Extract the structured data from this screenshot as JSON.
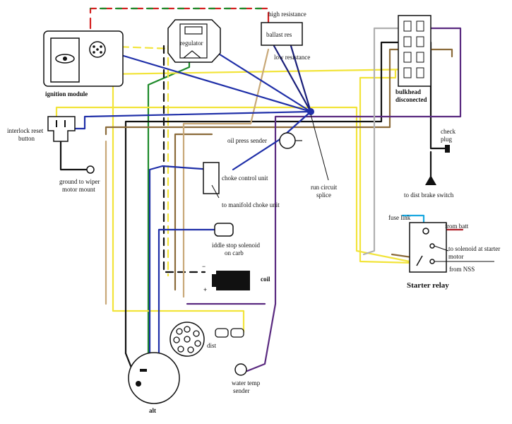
{
  "labels": {
    "ignition_module": "ignition module",
    "regulator": "regulator",
    "high_resistance": "high resistance",
    "ballast_res": "ballast res",
    "low_resistance": "low resistance",
    "bulkhead_line1": "bulkhead",
    "bulkhead_line2": "disconected",
    "interlock_line1": "interlock reset",
    "interlock_line2": "button",
    "ground_wiper_line1": "ground to wiper",
    "ground_wiper_line2": "motor mount",
    "oil_press_sender": "oil press sender",
    "run_circuit_line1": "run circuit",
    "run_circuit_line2": "splice",
    "check_plug_line1": "check",
    "check_plug_line2": "plug",
    "dist_brake_switch": "to dist brake switch",
    "choke_control_unit": "choke control unit",
    "manifold_choke_unit": "to manifold choke unit",
    "fuse_link": "fuse link",
    "from_batt": "from batt",
    "solenoid_starter_line1": "to solenoid at starter",
    "solenoid_starter_line2": "motor",
    "from_nss": "from NSS",
    "starter_relay": "Starter relay",
    "idle_stop_line1": "iddle stop solenoid",
    "idle_stop_line2": "on carb",
    "coil": "coil",
    "coil_minus": "−",
    "coil_plus": "+",
    "dist": "dist",
    "water_temp_line1": "water temp",
    "water_temp_line2": "sender",
    "alt": "alt"
  },
  "colors": {
    "yellow": "#f2e43a",
    "black": "#111111",
    "blue": "#1f2fa8",
    "darkblue": "#1a1f7a",
    "green": "#1e8a2a",
    "red": "#d42020",
    "brown": "#8b6b3a",
    "tan": "#c8a878",
    "purple": "#5a2a80",
    "gray": "#b0b0b0",
    "cyan": "#1aa8e0",
    "dkred": "#b0202a"
  }
}
